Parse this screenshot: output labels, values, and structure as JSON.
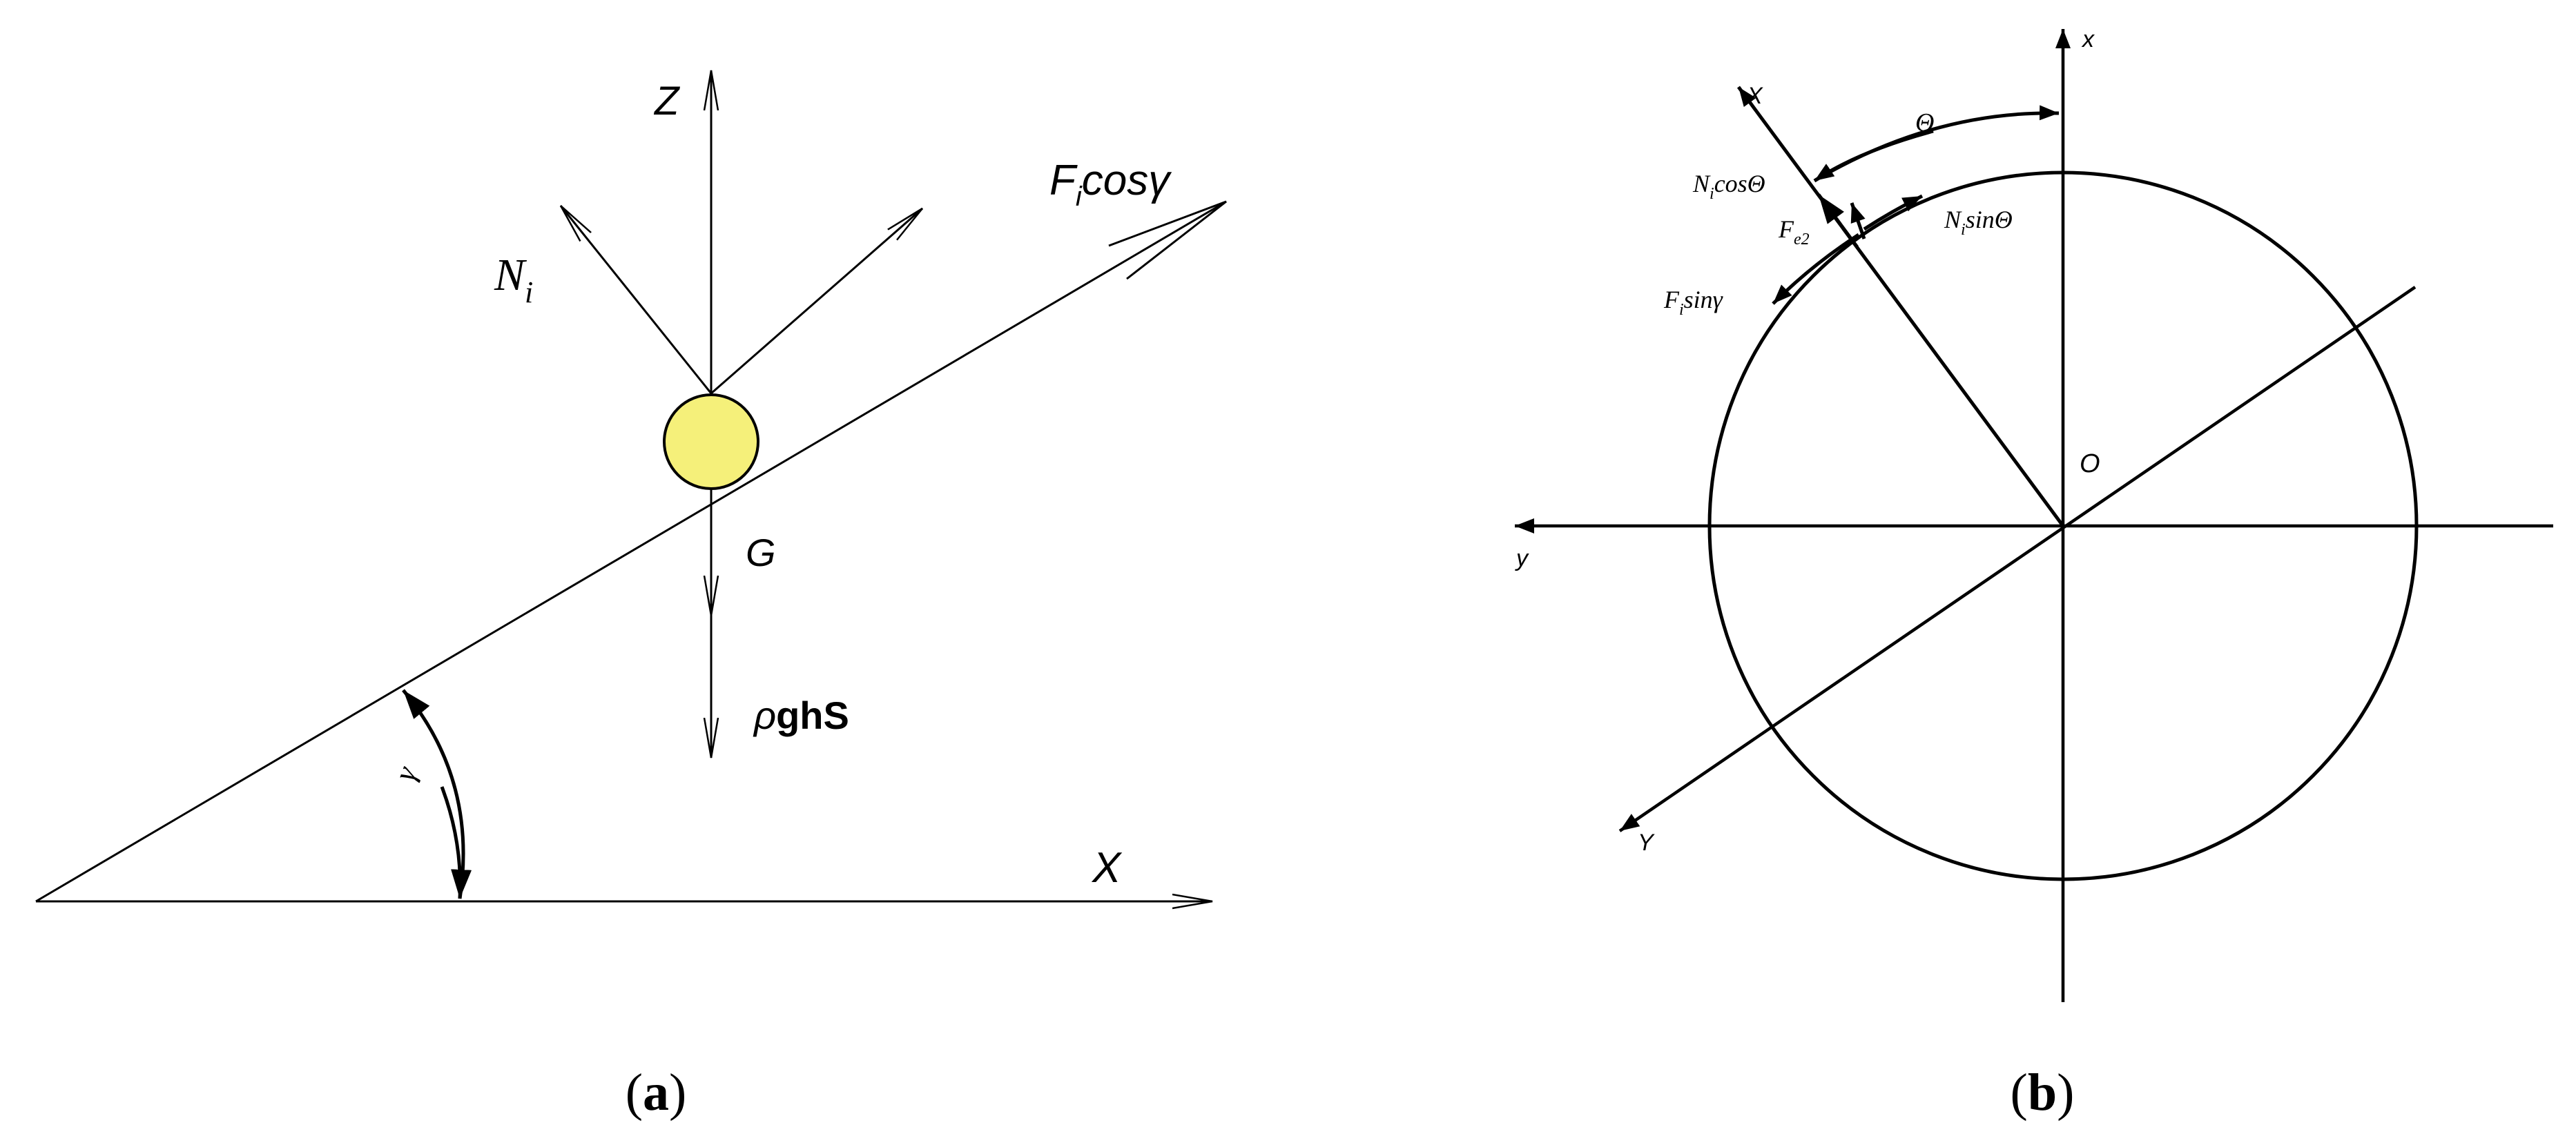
{
  "panel_a": {
    "caption_open": "(",
    "caption_letter": "a",
    "caption_close": ")",
    "labels": {
      "z_axis": "Z",
      "x_axis": "X",
      "normal_force_main": "N",
      "normal_force_sub": "i",
      "inertia_f": "F",
      "inertia_sub": "i",
      "inertia_rest": "cosγ",
      "gravity": "G",
      "pressure_rho": "ρ",
      "pressure_rest": "ghS",
      "angle": "γ"
    },
    "ball_color": "#f5f07a"
  },
  "panel_b": {
    "caption_open": "(",
    "caption_letter": "b",
    "caption_close": ")",
    "labels": {
      "x_small": "x",
      "X_big": "X",
      "y_small": "y",
      "Y_big": "Y",
      "origin": "O",
      "theta": "Θ",
      "ni_cos_n": "N",
      "ni_cos_sub": "i",
      "ni_cos_rest": "cosΘ",
      "fe2_f": "F",
      "fe2_sub": "e2",
      "ni_sin_n": "N",
      "ni_sin_sub": "i",
      "ni_sin_rest": "sinΘ",
      "fi_sin_f": "F",
      "fi_sin_sub": "i",
      "fi_sin_rest": "sinγ"
    }
  }
}
